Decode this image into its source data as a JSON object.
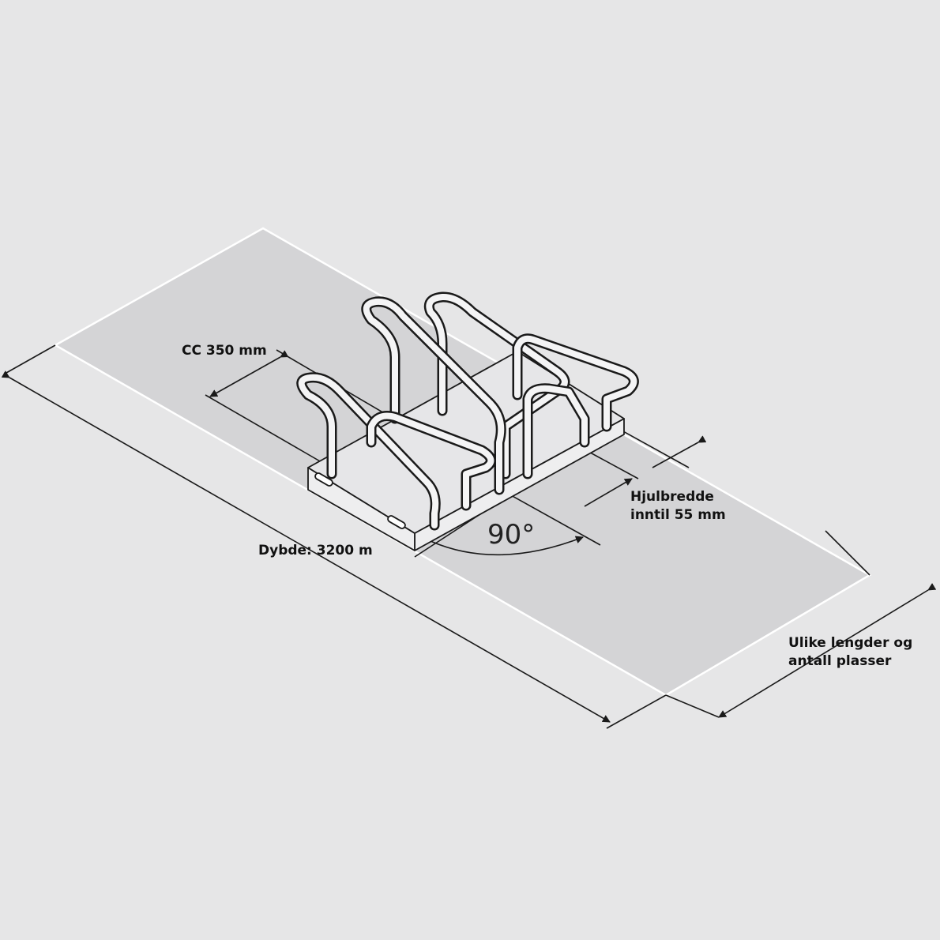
{
  "labels": {
    "cc": "CC 350 mm",
    "hjul_line1": "Hjulbredde",
    "hjul_line2": "inntil 55 mm",
    "angle": "90°",
    "depth": "Dybde: 3200 m",
    "ulike_line1": "Ulike lengder og",
    "ulike_line2": "antall plasser"
  },
  "colors": {
    "background": "#e6e6e7",
    "ground": "#d4d4d6",
    "line": "#1a1a1a"
  }
}
